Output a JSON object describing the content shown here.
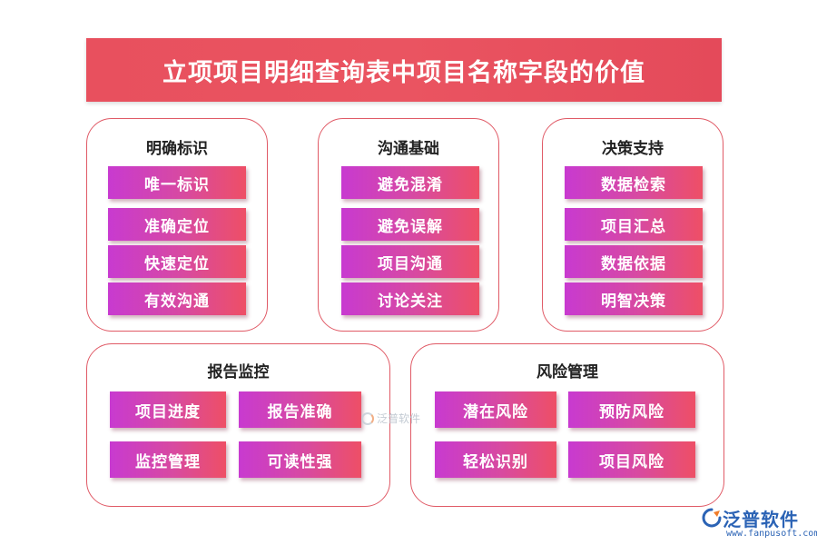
{
  "title": "立项项目明细查询表中项目名称字段的价值",
  "groups": [
    {
      "title": "明确标识",
      "items": [
        "唯一标识",
        "准确定位",
        "快速定位",
        "有效沟通"
      ]
    },
    {
      "title": "沟通基础",
      "items": [
        "避免混淆",
        "避免误解",
        "项目沟通",
        "讨论关注"
      ]
    },
    {
      "title": "决策支持",
      "items": [
        "数据检索",
        "项目汇总",
        "数据依据",
        "明智决策"
      ]
    },
    {
      "title": "报告监控",
      "items": [
        "项目进度",
        "报告准确",
        "监控管理",
        "可读性强"
      ]
    },
    {
      "title": "风险管理",
      "items": [
        "潜在风险",
        "预防风险",
        "轻松识别",
        "项目风险"
      ]
    }
  ],
  "watermark": {
    "text": "泛普软件"
  },
  "logo": {
    "name": "泛普软件",
    "url": "www.fanpusoft.com",
    "mark_icon": "fanpu-logo-icon"
  },
  "colors": {
    "banner": "#e8505e",
    "border": "#e05a66",
    "item_start": "#c83ad0",
    "item_end": "#ee4f66",
    "logo": "#2b63b5"
  }
}
